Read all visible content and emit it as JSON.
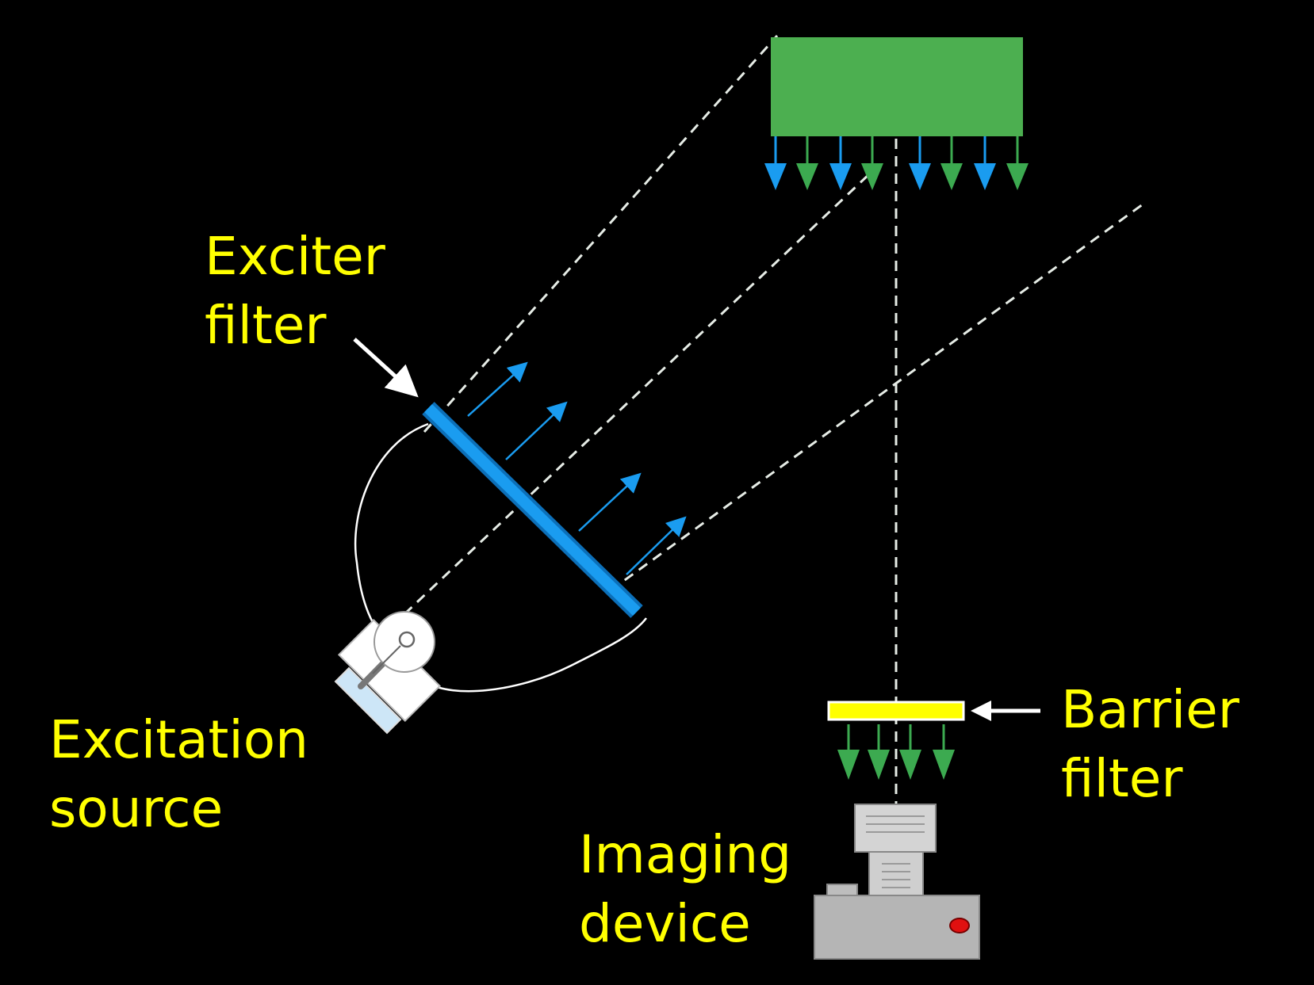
{
  "colors": {
    "background": "#000000",
    "label_text": "#ffff00",
    "specimen": "#4caf50",
    "excitation_light": "#1a9cf0",
    "emission_light": "#3caa50",
    "dashed_path": "#e6ece6",
    "barrier_filter": "#ffff00",
    "camera_body": "#c0c0c0",
    "camera_indicator": "#e01010"
  },
  "labels": {
    "exciter_filter": [
      "Exciter",
      "filter"
    ],
    "excitation_source": [
      "Excitation",
      "source"
    ],
    "barrier_filter": [
      "Barrier",
      "filter"
    ],
    "imaging_device": [
      "Imaging",
      "device"
    ]
  },
  "icons": [
    "lamp-bulb-icon",
    "camera-icon"
  ]
}
